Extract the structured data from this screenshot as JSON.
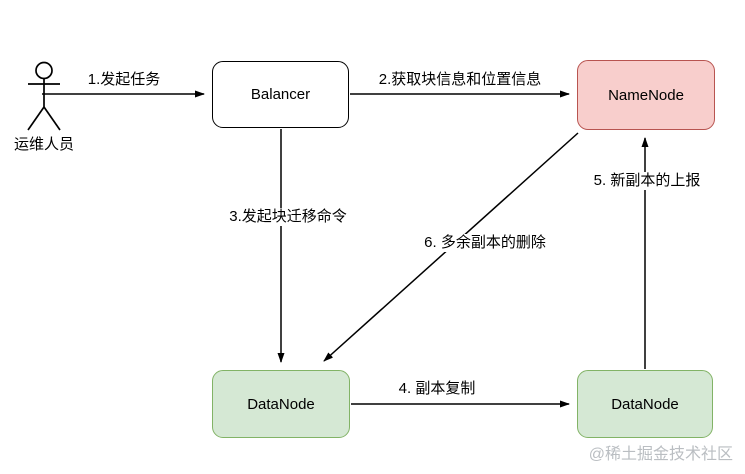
{
  "diagram": {
    "title_hint": "HDFS Balancer 块迁移流程图",
    "actor": {
      "label": "运维人员"
    },
    "nodes": [
      {
        "id": "balancer",
        "label": "Balancer",
        "fill": "#ffffff",
        "border": "#000000"
      },
      {
        "id": "namenode",
        "label": "NameNode",
        "fill": "#f8cecc",
        "border": "#b85450"
      },
      {
        "id": "datanode-source",
        "label": "DataNode",
        "fill": "#d5e8d4",
        "border": "#82b366"
      },
      {
        "id": "datanode-target",
        "label": "DataNode",
        "fill": "#d5e8d4",
        "border": "#82b366"
      }
    ],
    "edges": [
      {
        "step": "1",
        "label": "1.发起任务",
        "from": "运维人员",
        "to": "Balancer"
      },
      {
        "step": "2",
        "label": "2.获取块信息和位置信息",
        "from": "Balancer",
        "to": "NameNode"
      },
      {
        "step": "3",
        "label": "3.发起块迁移命令",
        "from": "Balancer",
        "to": "DataNode(源)"
      },
      {
        "step": "4",
        "label": "4. 副本复制",
        "from": "DataNode(源)",
        "to": "DataNode(目标)"
      },
      {
        "step": "5",
        "label": "5. 新副本的上报",
        "from": "DataNode(目标)",
        "to": "NameNode"
      },
      {
        "step": "6",
        "label": "6. 多余副本的删除",
        "from": "NameNode",
        "to": "DataNode(源)"
      }
    ],
    "watermark": "@稀土掘金技术社区",
    "colors": {
      "line": "#000000",
      "watermark": "#babec2",
      "background": "#ffffff"
    }
  }
}
